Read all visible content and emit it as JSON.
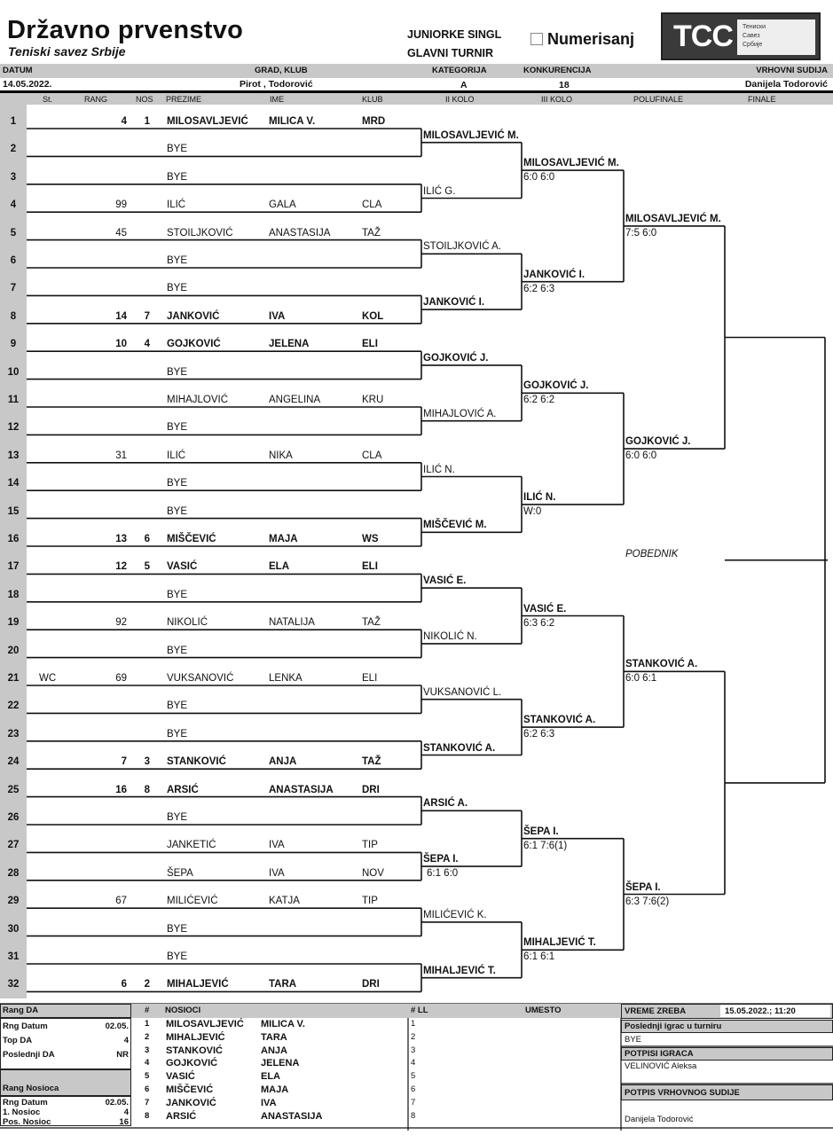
{
  "header": {
    "title": "Državno prvenstvo",
    "subtitle": "Teniski savez Srbije",
    "category_line": "JUNIORKE SINGL",
    "level_line": "GLAVNI TURNIR",
    "numerisanj_label": "Numerisanj",
    "logo_text": "TCC",
    "logo_org": "Тениски Савез Србије"
  },
  "info": {
    "labels": {
      "datum": "DATUM",
      "grad": "GRAD, KLUB",
      "kategorija": "KATEGORIJA",
      "konkurencija": "KONKURENCIJA",
      "sudija": "VRHOVNI SUDIJA"
    },
    "values": {
      "datum": "14.05.2022.",
      "grad": "Pirot , Todorović",
      "kategorija": "A",
      "konkurencija": "18",
      "sudija": "Danijela Todorović"
    }
  },
  "columns": {
    "st": "St.",
    "rang": "RANG",
    "nos": "NOS",
    "prezime": "PREZIME",
    "ime": "IME",
    "klub": "KLUB",
    "r2": "II KOLO",
    "r3": "III KOLO",
    "sf": "POLUFINALE",
    "final": "FINALE"
  },
  "players": [
    {
      "n": "1",
      "st": "",
      "rang": "4",
      "nos": "1",
      "prezime": "MILOSAVLJEVIĆ",
      "ime": "MILICA V.",
      "klub": "MRD"
    },
    {
      "n": "2",
      "st": "",
      "rang": "",
      "nos": "",
      "prezime": "BYE",
      "ime": "",
      "klub": ""
    },
    {
      "n": "3",
      "st": "",
      "rang": "",
      "nos": "",
      "prezime": "BYE",
      "ime": "",
      "klub": ""
    },
    {
      "n": "4",
      "st": "",
      "rang": "99",
      "nos": "",
      "prezime": "ILIĆ",
      "ime": "GALA",
      "klub": "CLA"
    },
    {
      "n": "5",
      "st": "",
      "rang": "45",
      "nos": "",
      "prezime": "STOILJKOVIĆ",
      "ime": "ANASTASIJA",
      "klub": "TAŽ"
    },
    {
      "n": "6",
      "st": "",
      "rang": "",
      "nos": "",
      "prezime": "BYE",
      "ime": "",
      "klub": ""
    },
    {
      "n": "7",
      "st": "",
      "rang": "",
      "nos": "",
      "prezime": "BYE",
      "ime": "",
      "klub": ""
    },
    {
      "n": "8",
      "st": "",
      "rang": "14",
      "nos": "7",
      "prezime": "JANKOVIĆ",
      "ime": "IVA",
      "klub": "KOL"
    },
    {
      "n": "9",
      "st": "",
      "rang": "10",
      "nos": "4",
      "prezime": "GOJKOVIĆ",
      "ime": "JELENA",
      "klub": "ELI"
    },
    {
      "n": "10",
      "st": "",
      "rang": "",
      "nos": "",
      "prezime": "BYE",
      "ime": "",
      "klub": ""
    },
    {
      "n": "11",
      "st": "",
      "rang": "",
      "nos": "",
      "prezime": "MIHAJLOVIĆ",
      "ime": "ANGELINA",
      "klub": "KRU"
    },
    {
      "n": "12",
      "st": "",
      "rang": "",
      "nos": "",
      "prezime": "BYE",
      "ime": "",
      "klub": ""
    },
    {
      "n": "13",
      "st": "",
      "rang": "31",
      "nos": "",
      "prezime": "ILIĆ",
      "ime": "NIKA",
      "klub": "CLA"
    },
    {
      "n": "14",
      "st": "",
      "rang": "",
      "nos": "",
      "prezime": "BYE",
      "ime": "",
      "klub": ""
    },
    {
      "n": "15",
      "st": "",
      "rang": "",
      "nos": "",
      "prezime": "BYE",
      "ime": "",
      "klub": ""
    },
    {
      "n": "16",
      "st": "",
      "rang": "13",
      "nos": "6",
      "prezime": "MIŠČEVIĆ",
      "ime": "MAJA",
      "klub": "WS"
    },
    {
      "n": "17",
      "st": "",
      "rang": "12",
      "nos": "5",
      "prezime": "VASIĆ",
      "ime": "ELA",
      "klub": "ELI"
    },
    {
      "n": "18",
      "st": "",
      "rang": "",
      "nos": "",
      "prezime": "BYE",
      "ime": "",
      "klub": ""
    },
    {
      "n": "19",
      "st": "",
      "rang": "92",
      "nos": "",
      "prezime": "NIKOLIĆ",
      "ime": "NATALIJA",
      "klub": "TAŽ"
    },
    {
      "n": "20",
      "st": "",
      "rang": "",
      "nos": "",
      "prezime": "BYE",
      "ime": "",
      "klub": ""
    },
    {
      "n": "21",
      "st": "WC",
      "rang": "69",
      "nos": "",
      "prezime": "VUKSANOVIĆ",
      "ime": "LENKA",
      "klub": "ELI"
    },
    {
      "n": "22",
      "st": "",
      "rang": "",
      "nos": "",
      "prezime": "BYE",
      "ime": "",
      "klub": ""
    },
    {
      "n": "23",
      "st": "",
      "rang": "",
      "nos": "",
      "prezime": "BYE",
      "ime": "",
      "klub": ""
    },
    {
      "n": "24",
      "st": "",
      "rang": "7",
      "nos": "3",
      "prezime": "STANKOVIĆ",
      "ime": "ANJA",
      "klub": "TAŽ"
    },
    {
      "n": "25",
      "st": "",
      "rang": "16",
      "nos": "8",
      "prezime": "ARSIĆ",
      "ime": "ANASTASIJA",
      "klub": "DRI"
    },
    {
      "n": "26",
      "st": "",
      "rang": "",
      "nos": "",
      "prezime": "BYE",
      "ime": "",
      "klub": ""
    },
    {
      "n": "27",
      "st": "",
      "rang": "",
      "nos": "",
      "prezime": "JANKETIĆ",
      "ime": "IVA",
      "klub": "TIP"
    },
    {
      "n": "28",
      "st": "",
      "rang": "",
      "nos": "",
      "prezime": "ŠEPA",
      "ime": "IVA",
      "klub": "NOV"
    },
    {
      "n": "29",
      "st": "",
      "rang": "67",
      "nos": "",
      "prezime": "MILIĆEVIĆ",
      "ime": "KATJA",
      "klub": "TIP"
    },
    {
      "n": "30",
      "st": "",
      "rang": "",
      "nos": "",
      "prezime": "BYE",
      "ime": "",
      "klub": ""
    },
    {
      "n": "31",
      "st": "",
      "rang": "",
      "nos": "",
      "prezime": "BYE",
      "ime": "",
      "klub": ""
    },
    {
      "n": "32",
      "st": "",
      "rang": "6",
      "nos": "2",
      "prezime": "MIHALJEVIĆ",
      "ime": "TARA",
      "klub": "DRI"
    }
  ],
  "rounds": [
    [
      {
        "name": "MILOSAVLJEVIĆ M.",
        "score": "",
        "seeded": true
      },
      {
        "name": "ILIĆ G.",
        "score": "",
        "seeded": false
      },
      {
        "name": "STOILJKOVIĆ A.",
        "score": "",
        "seeded": false
      },
      {
        "name": "JANKOVIĆ I.",
        "score": "",
        "seeded": true
      },
      {
        "name": "GOJKOVIĆ J.",
        "score": "",
        "seeded": true
      },
      {
        "name": "MIHAJLOVIĆ A.",
        "score": "",
        "seeded": false
      },
      {
        "name": "ILIĆ N.",
        "score": "",
        "seeded": false
      },
      {
        "name": "MIŠČEVIĆ M.",
        "score": "",
        "seeded": true
      },
      {
        "name": "VASIĆ E.",
        "score": "",
        "seeded": true
      },
      {
        "name": "NIKOLIĆ N.",
        "score": "",
        "seeded": false
      },
      {
        "name": "VUKSANOVIĆ L.",
        "score": "",
        "seeded": false
      },
      {
        "name": "STANKOVIĆ A.",
        "score": "",
        "seeded": true
      },
      {
        "name": "ARSIĆ A.",
        "score": "",
        "seeded": true
      },
      {
        "name": "ŠEPA I.",
        "score": "6:1 6:0",
        "seeded": true
      },
      {
        "name": "MILIĆEVIĆ K.",
        "score": "",
        "seeded": false
      },
      {
        "name": "MIHALJEVIĆ T.",
        "score": "",
        "seeded": true
      }
    ],
    [
      {
        "name": "MILOSAVLJEVIĆ M.",
        "score": "6:0 6:0",
        "seeded": true
      },
      {
        "name": "JANKOVIĆ I.",
        "score": "6:2 6:3",
        "seeded": true
      },
      {
        "name": "GOJKOVIĆ J.",
        "score": "6:2 6:2",
        "seeded": true
      },
      {
        "name": "ILIĆ N.",
        "score": "W:0",
        "seeded": true
      },
      {
        "name": "VASIĆ E.",
        "score": "6:3 6:2",
        "seeded": true
      },
      {
        "name": "STANKOVIĆ A.",
        "score": "6:2 6:3",
        "seeded": true
      },
      {
        "name": "ŠEPA I.",
        "score": "6:1 7:6(1)",
        "seeded": true
      },
      {
        "name": "MIHALJEVIĆ T.",
        "score": "6:1 6:1",
        "seeded": true
      }
    ],
    [
      {
        "name": "MILOSAVLJEVIĆ M.",
        "score": "7:5 6:0",
        "seeded": true
      },
      {
        "name": "GOJKOVIĆ J.",
        "score": "6:0 6:0",
        "seeded": true
      },
      {
        "name": "STANKOVIĆ A.",
        "score": "6:0 6:1",
        "seeded": true
      },
      {
        "name": "ŠEPA I.",
        "score": "6:3 7:6(2)",
        "seeded": true
      }
    ]
  ],
  "winner_label": "POBEDNIK",
  "footer": {
    "rang_da": {
      "title": "Rang DA",
      "rows": [
        {
          "label": "Rng Datum",
          "value": "02.05."
        },
        {
          "label": "Top DA",
          "value": "4"
        },
        {
          "label": "Poslednji DA",
          "value": "NR"
        }
      ]
    },
    "rang_nosioca": {
      "title": "Rang Nosioca",
      "rows": [
        {
          "label": "Rng Datum",
          "value": "02.05."
        },
        {
          "label": "1. Nosioc",
          "value": "4"
        },
        {
          "label": "Pos. Nosioc",
          "value": "16"
        }
      ]
    },
    "seeds_header": {
      "num": "#",
      "title": "NOSIOCI"
    },
    "seeds": [
      {
        "n": "1",
        "prezime": "MILOSAVLJEVIĆ",
        "ime": "MILICA V."
      },
      {
        "n": "2",
        "prezime": "MIHALJEVIĆ",
        "ime": "TARA"
      },
      {
        "n": "3",
        "prezime": "STANKOVIĆ",
        "ime": "ANJA"
      },
      {
        "n": "4",
        "prezime": "GOJKOVIĆ",
        "ime": "JELENA"
      },
      {
        "n": "5",
        "prezime": "VASIĆ",
        "ime": "ELA"
      },
      {
        "n": "6",
        "prezime": "MIŠČEVIĆ",
        "ime": "MAJA"
      },
      {
        "n": "7",
        "prezime": "JANKOVIĆ",
        "ime": "IVA"
      },
      {
        "n": "8",
        "prezime": "ARSIĆ",
        "ime": "ANASTASIJA"
      }
    ],
    "ll_header": {
      "num": "# LL",
      "umesto": "UMESTO"
    },
    "ll": [
      "1",
      "2",
      "3",
      "4",
      "5",
      "6",
      "7",
      "8"
    ],
    "draw_time_label": "VREME ZREBA",
    "draw_time": "15.05.2022.; 11:20",
    "last_player_label": "Poslednji igrac u turniru",
    "last_player": "BYE",
    "player_sign_label": "POTPISI IGRACA",
    "player_sign": "VELINOVIĆ Aleksa",
    "referee_sign_label": "POTPIS VRHOVNOG SUDIJE",
    "referee_sign": "Danijela Todorović"
  }
}
